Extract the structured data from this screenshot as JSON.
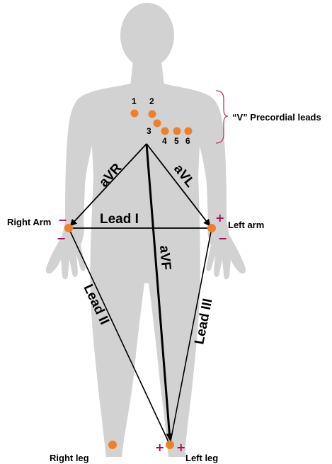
{
  "electrodes": {
    "precordial_numbers": [
      "1",
      "2",
      "3",
      "4",
      "5",
      "6"
    ],
    "color": "#F07F2A"
  },
  "precordial_group_label": "“V” Precordial leads",
  "limbs": {
    "right_arm": "Right Arm",
    "left_arm": "Left arm",
    "right_leg": "Right leg",
    "left_leg": "Left leg"
  },
  "leads": {
    "lead_i": "Lead I",
    "lead_ii": "Lead II",
    "lead_iii": "Lead III",
    "avr": "aVR",
    "avl": "aVL",
    "avf": "aVF"
  },
  "polarity": {
    "plus": "+",
    "minus": "−",
    "color": "#B0005A"
  },
  "colors": {
    "body": "#D2D2D2",
    "bracket": "#C23A5A",
    "arrows": "#000000"
  }
}
